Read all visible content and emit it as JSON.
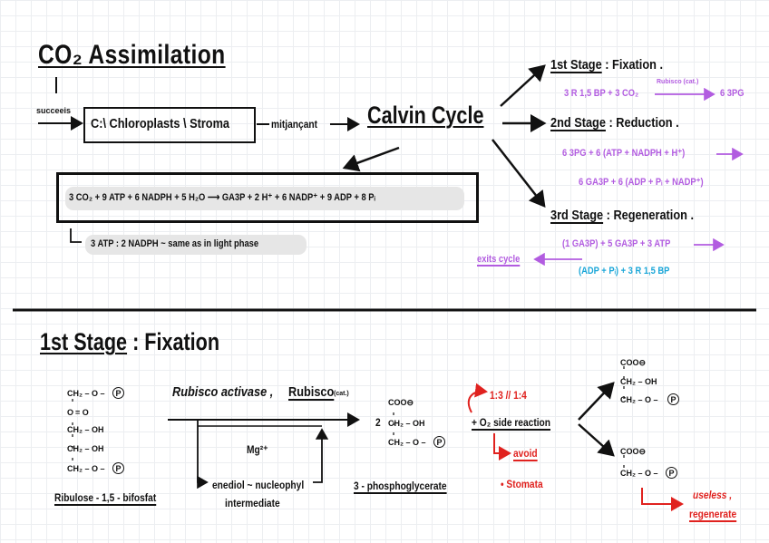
{
  "top": {
    "title": "CO₂ Assimilation",
    "succeeds": "succeeis",
    "chloroplast_path": "C:\\ Chloroplasts \\ Stroma",
    "mitjancant": "mitjançant",
    "calvin_cycle": "Calvin Cycle",
    "overall_equation": "3 CO₂ + 9 ATP + 6 NADPH + 5 H₂O ⟶ GA3P + 2 H⁺ + 6 NADP⁺ + 9 ADP + 8 Pᵢ",
    "ratio_note": "3 ATP : 2 NADPH ~ same as in light phase"
  },
  "stages": {
    "s1_label": "1st Stage",
    "s1_name": ": Fixation .",
    "s1_eq_left": "3 R 1,5 BP + 3 CO₂",
    "s1_catalyst": "Rubisco (cat.)",
    "s1_eq_right": "6 3PG",
    "s2_label": "2nd Stage",
    "s2_name": ": Reduction .",
    "s2_eq1": "6 3PG + 6 (ATP + NADPH + H⁺)",
    "s2_eq2": "6 GA3P + 6 (ADP + Pᵢ + NADP⁺)",
    "s3_label": "3rd Stage",
    "s3_name": ": Regeneration .",
    "s3_eq1": "(1 GA3P) + 5 GA3P + 3 ATP",
    "s3_exits": "exits cycle",
    "s3_eq2": "(ADP + Pᵢ) + 3 R 1,5 BP"
  },
  "fixation": {
    "heading": "1st Stage",
    "heading_name": ": Fixation",
    "rubp_lines": [
      "CH₂ – O –",
      "C = O",
      "CH₂ – OH",
      "CH₂ – OH",
      "CH₂ – O –"
    ],
    "phosphate": "P",
    "rubp_name": "Ribulose - 1,5 - bifosfat",
    "enzyme1": "Rubisco activase ,",
    "enzyme2": "Rubisco",
    "enzyme2_cat": "(cat.)",
    "mg": "Mg²⁺",
    "intermediate1": "enediol ~ nucleophyl",
    "intermediate2": "intermediate",
    "coo": "COO⊖",
    "coefficient": "2",
    "pg_lines": [
      "CH₂ – OH",
      "CH₂ – O –"
    ],
    "pg_name": "3 - phosphoglycerate",
    "ratio": "1:3 // 1:4",
    "o2_reaction": "+ O₂ side reaction",
    "avoid": "avoid",
    "stomata": "• Stomata",
    "prod1_lines": [
      "COO⊖",
      "CH₂ – OH",
      "CH₂ – O –"
    ],
    "prod2_lines": [
      "COO⊖",
      "CH₂ – O –"
    ],
    "useless": "useless ,",
    "regenerate": "regenerate"
  }
}
